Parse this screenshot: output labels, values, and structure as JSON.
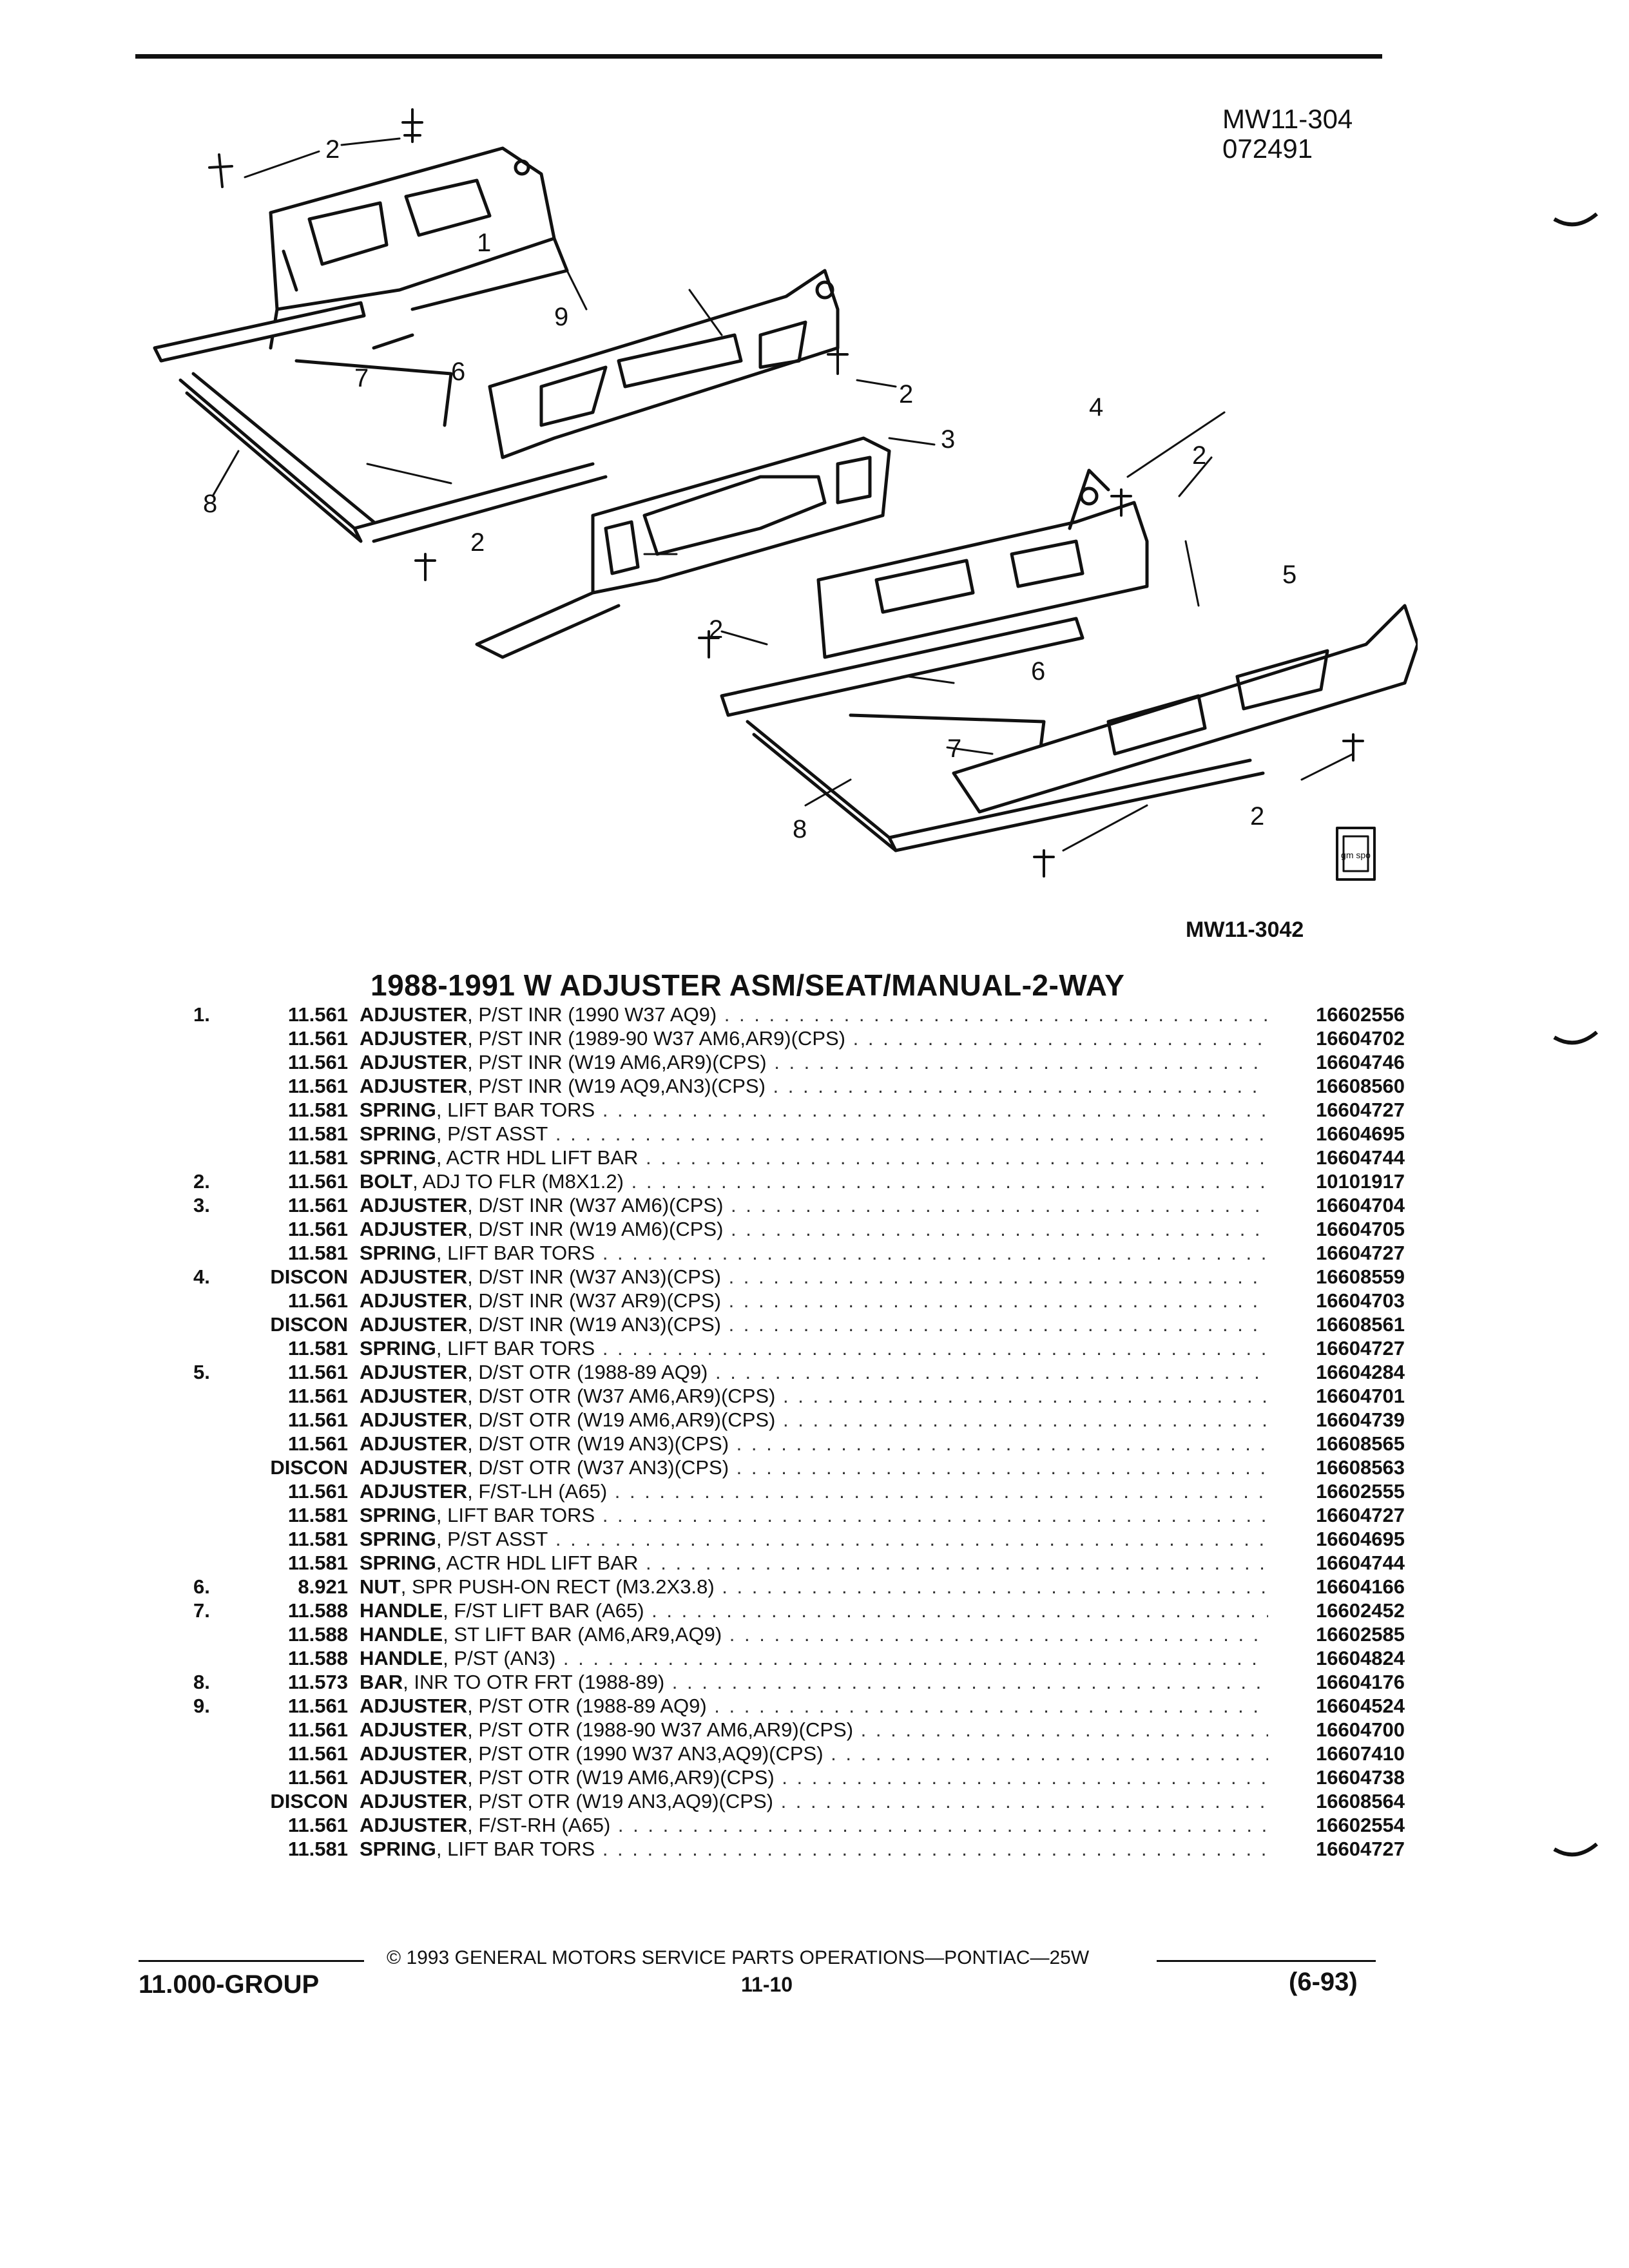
{
  "header": {
    "illustration_code": "MW11-304",
    "date_code": "072491"
  },
  "illustration": {
    "ref_label": "MW11-3042",
    "logo_text": "gm spo",
    "callouts": [
      "1",
      "2",
      "3",
      "4",
      "5",
      "6",
      "7",
      "8",
      "9"
    ]
  },
  "section_title": "1988-1991 W ADJUSTER ASM/SEAT/MANUAL-2-WAY",
  "parts": [
    {
      "ref": "1.",
      "group": "11.561",
      "name": "ADJUSTER",
      "detail": ", P/ST INR (1990 W37 AQ9)",
      "part_no": "16602556"
    },
    {
      "ref": "",
      "group": "11.561",
      "name": "ADJUSTER",
      "detail": ", P/ST INR (1989-90 W37 AM6,AR9)(CPS)",
      "part_no": "16604702"
    },
    {
      "ref": "",
      "group": "11.561",
      "name": "ADJUSTER",
      "detail": ", P/ST INR (W19 AM6,AR9)(CPS)",
      "part_no": "16604746"
    },
    {
      "ref": "",
      "group": "11.561",
      "name": "ADJUSTER",
      "detail": ", P/ST INR (W19 AQ9,AN3)(CPS)",
      "part_no": "16608560"
    },
    {
      "ref": "",
      "group": "11.581",
      "name": "SPRING",
      "detail": ", LIFT BAR TORS",
      "part_no": "16604727"
    },
    {
      "ref": "",
      "group": "11.581",
      "name": "SPRING",
      "detail": ", P/ST ASST",
      "part_no": "16604695"
    },
    {
      "ref": "",
      "group": "11.581",
      "name": "SPRING",
      "detail": ", ACTR HDL LIFT BAR",
      "part_no": "16604744"
    },
    {
      "ref": "2.",
      "group": "11.561",
      "name": "BOLT",
      "detail": ", ADJ TO FLR (M8X1.2)",
      "part_no": "10101917"
    },
    {
      "ref": "3.",
      "group": "11.561",
      "name": "ADJUSTER",
      "detail": ", D/ST INR (W37 AM6)(CPS)",
      "part_no": "16604704"
    },
    {
      "ref": "",
      "group": "11.561",
      "name": "ADJUSTER",
      "detail": ", D/ST INR (W19 AM6)(CPS)",
      "part_no": "16604705"
    },
    {
      "ref": "",
      "group": "11.581",
      "name": "SPRING",
      "detail": ", LIFT BAR TORS",
      "part_no": "16604727"
    },
    {
      "ref": "4.",
      "group": "DISCON",
      "name": "ADJUSTER",
      "detail": ", D/ST INR (W37 AN3)(CPS)",
      "part_no": "16608559"
    },
    {
      "ref": "",
      "group": "11.561",
      "name": "ADJUSTER",
      "detail": ", D/ST INR (W37 AR9)(CPS)",
      "part_no": "16604703"
    },
    {
      "ref": "",
      "group": "DISCON",
      "name": "ADJUSTER",
      "detail": ", D/ST INR (W19 AN3)(CPS)",
      "part_no": "16608561"
    },
    {
      "ref": "",
      "group": "11.581",
      "name": "SPRING",
      "detail": ", LIFT BAR TORS",
      "part_no": "16604727"
    },
    {
      "ref": "5.",
      "group": "11.561",
      "name": "ADJUSTER",
      "detail": ", D/ST OTR (1988-89 AQ9)",
      "part_no": "16604284"
    },
    {
      "ref": "",
      "group": "11.561",
      "name": "ADJUSTER",
      "detail": ", D/ST OTR (W37 AM6,AR9)(CPS)",
      "part_no": "16604701"
    },
    {
      "ref": "",
      "group": "11.561",
      "name": "ADJUSTER",
      "detail": ", D/ST OTR (W19 AM6,AR9)(CPS)",
      "part_no": "16604739"
    },
    {
      "ref": "",
      "group": "11.561",
      "name": "ADJUSTER",
      "detail": ", D/ST OTR (W19 AN3)(CPS)",
      "part_no": "16608565"
    },
    {
      "ref": "",
      "group": "DISCON",
      "name": "ADJUSTER",
      "detail": ", D/ST OTR (W37 AN3)(CPS)",
      "part_no": "16608563"
    },
    {
      "ref": "",
      "group": "11.561",
      "name": "ADJUSTER",
      "detail": ", F/ST-LH (A65)",
      "part_no": "16602555"
    },
    {
      "ref": "",
      "group": "11.581",
      "name": "SPRING",
      "detail": ", LIFT BAR TORS",
      "part_no": "16604727"
    },
    {
      "ref": "",
      "group": "11.581",
      "name": "SPRING",
      "detail": ", P/ST ASST",
      "part_no": "16604695"
    },
    {
      "ref": "",
      "group": "11.581",
      "name": "SPRING",
      "detail": ", ACTR HDL LIFT BAR",
      "part_no": "16604744"
    },
    {
      "ref": "6.",
      "group": "8.921",
      "name": "NUT",
      "detail": ", SPR PUSH-ON RECT (M3.2X3.8)",
      "part_no": "16604166"
    },
    {
      "ref": "7.",
      "group": "11.588",
      "name": "HANDLE",
      "detail": ", F/ST LIFT BAR (A65)",
      "part_no": "16602452"
    },
    {
      "ref": "",
      "group": "11.588",
      "name": "HANDLE",
      "detail": ", ST LIFT BAR (AM6,AR9,AQ9)",
      "part_no": "16602585"
    },
    {
      "ref": "",
      "group": "11.588",
      "name": "HANDLE",
      "detail": ", P/ST (AN3)",
      "part_no": "16604824"
    },
    {
      "ref": "8.",
      "group": "11.573",
      "name": "BAR",
      "detail": ", INR TO OTR FRT (1988-89)",
      "part_no": "16604176"
    },
    {
      "ref": "9.",
      "group": "11.561",
      "name": "ADJUSTER",
      "detail": ", P/ST OTR (1988-89 AQ9)",
      "part_no": "16604524"
    },
    {
      "ref": "",
      "group": "11.561",
      "name": "ADJUSTER",
      "detail": ", P/ST OTR (1988-90 W37 AM6,AR9)(CPS)",
      "part_no": "16604700"
    },
    {
      "ref": "",
      "group": "11.561",
      "name": "ADJUSTER",
      "detail": ", P/ST OTR (1990 W37 AN3,AQ9)(CPS)",
      "part_no": "16607410"
    },
    {
      "ref": "",
      "group": "11.561",
      "name": "ADJUSTER",
      "detail": ", P/ST OTR (W19 AM6,AR9)(CPS)",
      "part_no": "16604738"
    },
    {
      "ref": "",
      "group": "DISCON",
      "name": "ADJUSTER",
      "detail": ", P/ST OTR (W19 AN3,AQ9)(CPS)",
      "part_no": "16608564"
    },
    {
      "ref": "",
      "group": "11.561",
      "name": "ADJUSTER",
      "detail": ", F/ST-RH (A65)",
      "part_no": "16602554"
    },
    {
      "ref": "",
      "group": "11.581",
      "name": "SPRING",
      "detail": ", LIFT BAR TORS",
      "part_no": "16604727"
    }
  ],
  "footer": {
    "copyright": "© 1993 GENERAL MOTORS SERVICE PARTS OPERATIONS—PONTIAC—25W",
    "group_label": "11.000-GROUP",
    "page_number": "11-10",
    "revision_date": "(6-93)"
  }
}
